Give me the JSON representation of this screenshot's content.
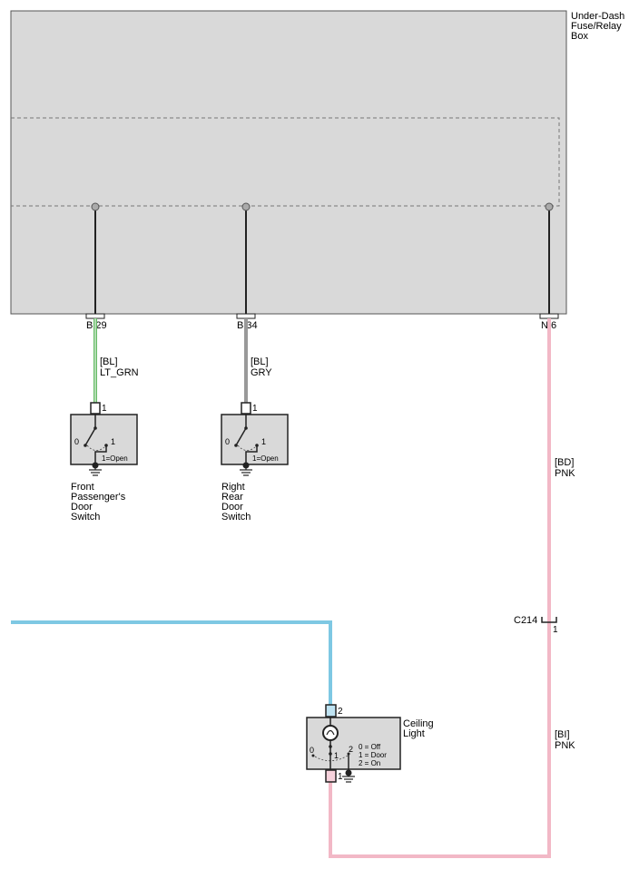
{
  "fuse_box": {
    "label_line1": "Under-Dash",
    "label_line2": "Fuse/Relay",
    "label_line3": "Box",
    "pins": [
      "B 29",
      "B 34",
      "N 6"
    ]
  },
  "wires": {
    "w1_code": "[BL]",
    "w1_color": "LT_GRN",
    "w2_code": "[BL]",
    "w2_color": "GRY",
    "w3_code": "[BD]",
    "w3_color": "PNK",
    "w4_code": "[BI]",
    "w4_color": "PNK"
  },
  "switch_front": {
    "pin": "1",
    "pos0": "0",
    "pos1": "1",
    "legend": "1=Open",
    "name_line1": "Front",
    "name_line2": "Passenger's",
    "name_line3": "Door",
    "name_line4": "Switch"
  },
  "switch_rear": {
    "pin": "1",
    "pos0": "0",
    "pos1": "1",
    "legend": "1=Open",
    "name_line1": "Right",
    "name_line2": "Rear",
    "name_line3": "Door",
    "name_line4": "Switch"
  },
  "connector": {
    "id": "C214",
    "pin": "1"
  },
  "ceiling_light": {
    "name_line1": "Ceiling",
    "name_line2": "Light",
    "pin_top": "2",
    "pin_bottom": "1",
    "pos0": "0",
    "pos1": "1",
    "pos2": "2",
    "legend1": "0 = Off",
    "legend2": "1 = Door",
    "legend3": "2 = On"
  },
  "colors": {
    "box_fill": "#d9d9d9",
    "lt_grn": "#66bb66",
    "gry": "#999999",
    "pnk": "#f2b8c6",
    "blu": "#7ec8e3"
  }
}
